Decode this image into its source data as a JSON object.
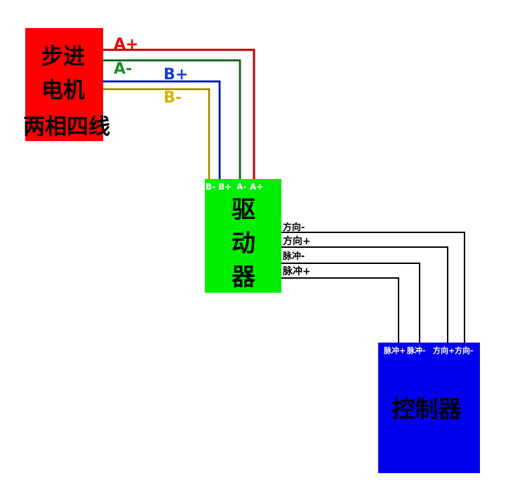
{
  "motor": {
    "title_line1": "步进",
    "title_line2": "电机",
    "subtitle": "两相四线",
    "color": "#ff0000"
  },
  "driver": {
    "title_chars": [
      "驱",
      "动",
      "器"
    ],
    "color": "#00ee00",
    "terminals": {
      "b_minus": "B-",
      "b_plus": "B+",
      "a_minus": "A-",
      "a_plus": "A+"
    },
    "outputs": {
      "dir_minus": "方向-",
      "dir_plus": "方向+",
      "pulse_minus": "脉冲-",
      "pulse_plus": "脉冲+"
    }
  },
  "controller": {
    "title": "控制器",
    "color": "#0000ee",
    "terminals": {
      "pulse_plus": "脉冲+",
      "pulse_minus": "脉冲-",
      "dir_plus": "方向+",
      "dir_minus": "方向-"
    }
  },
  "wires": {
    "a_plus": {
      "label": "A+",
      "color": "#ee0000",
      "line_color": "#8b0000"
    },
    "a_minus": {
      "label": "A-",
      "color": "#1e8c2a",
      "line_color": "#0b3d0b"
    },
    "b_plus": {
      "label": "B+",
      "color": "#1a3fd0",
      "line_color": "#00008b"
    },
    "b_minus": {
      "label": "B-",
      "color": "#d8b400",
      "line_color": "#6b6b2a"
    },
    "signal_color": "#000000"
  }
}
